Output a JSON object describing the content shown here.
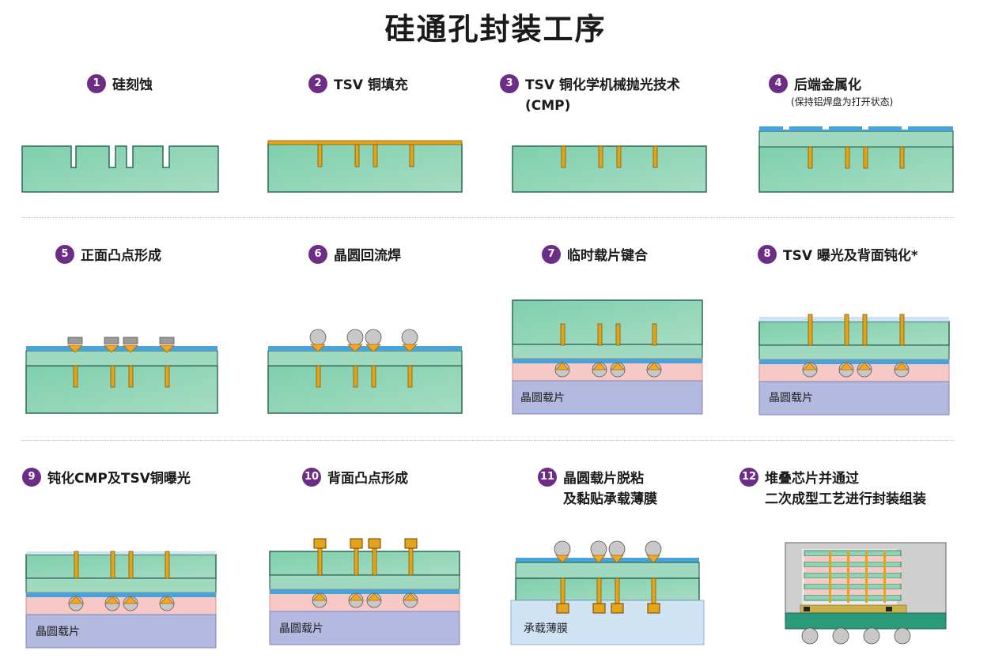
{
  "title": "硅通孔封装工序",
  "steps": [
    {
      "num": "1",
      "label": "硅刻蚀"
    },
    {
      "num": "2",
      "label": "TSV 铜填充"
    },
    {
      "num": "3",
      "label": "TSV 铜化学机械抛光技术",
      "label2": "(CMP)"
    },
    {
      "num": "4",
      "label": "后端金属化",
      "note": "(保持铝焊盘为打开状态)"
    },
    {
      "num": "5",
      "label": "正面凸点形成"
    },
    {
      "num": "6",
      "label": "晶圆回流焊"
    },
    {
      "num": "7",
      "label": "临时载片键合"
    },
    {
      "num": "8",
      "label": "TSV 曝光及背面钝化*"
    },
    {
      "num": "9",
      "label": "钝化CMP及TSV铜曝光"
    },
    {
      "num": "10",
      "label": "背面凸点形成"
    },
    {
      "num": "11",
      "label": "晶圆载片脱粘",
      "label2": "及黏贴承载薄膜"
    },
    {
      "num": "12",
      "label": "堆叠芯片并通过",
      "label2": "二次成型工艺进行封装组装"
    }
  ],
  "carrier_labels": {
    "s7": "晶圆载片",
    "s8": "晶圆载片",
    "s9": "晶圆载片",
    "s10": "晶圆载片",
    "s11": "承载薄膜"
  },
  "colors": {
    "silicon": "#8fd3b4",
    "silicon_edge": "#2e6b55",
    "copper": "#e0a51b",
    "metal_layer": "#4aa3d8",
    "bump_orange": "#f5a623",
    "solder_ball": "#c8c8c8",
    "adhesive_pink": "#f7c9c6",
    "carrier_purple": "#b4b9e0",
    "film_blue": "#cfe3f5",
    "badge_purple": "#6b2d86"
  }
}
